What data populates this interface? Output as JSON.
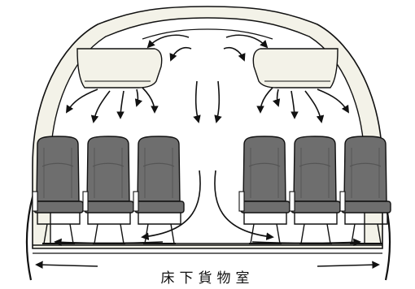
{
  "diagram": {
    "caption": "床下貨物室",
    "colors": {
      "fuselage_fill": "#f3f2e8",
      "seat_fill": "#6e6e6e",
      "seat_dark": "#555555",
      "line": "#111111",
      "white": "#ffffff"
    },
    "elements": {
      "left_seats": [
        "left-seat-1",
        "left-seat-2",
        "left-seat-3"
      ],
      "right_seats": [
        "right-seat-1",
        "right-seat-2",
        "right-seat-3"
      ],
      "overhead_bins": [
        "left-overhead-bin",
        "right-overhead-bin"
      ],
      "airflow": "airflow-arrows"
    }
  }
}
